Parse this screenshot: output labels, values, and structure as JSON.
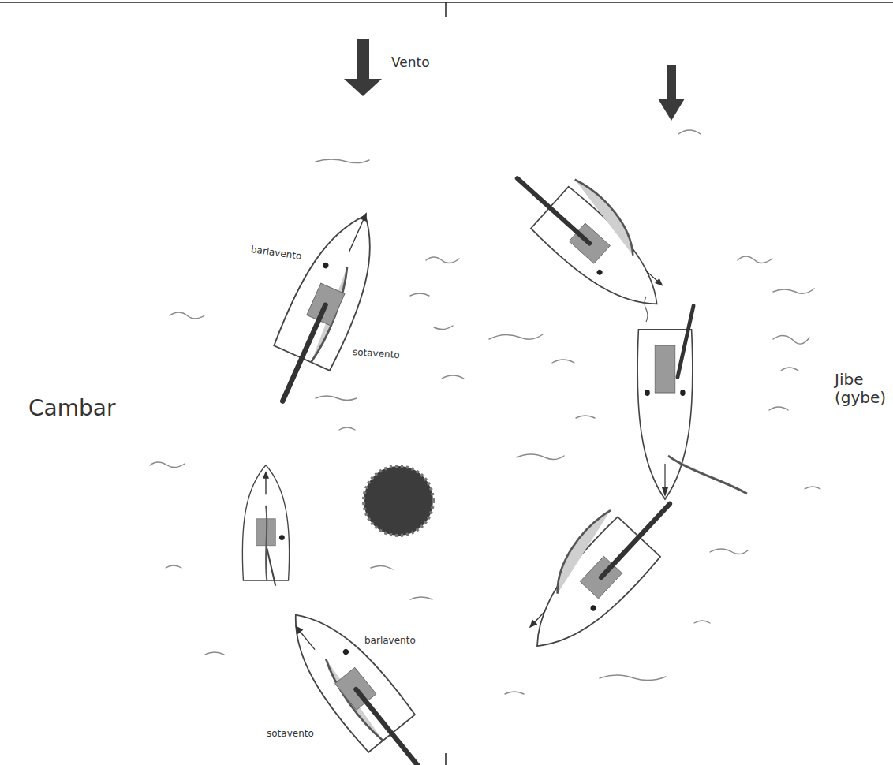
{
  "diagram": {
    "labels": [
      "Vento",
      "barlavento",
      "sotavento",
      "Cambar",
      "Jibe (gybe)",
      "barlavento",
      "sotavento"
    ]
  }
}
